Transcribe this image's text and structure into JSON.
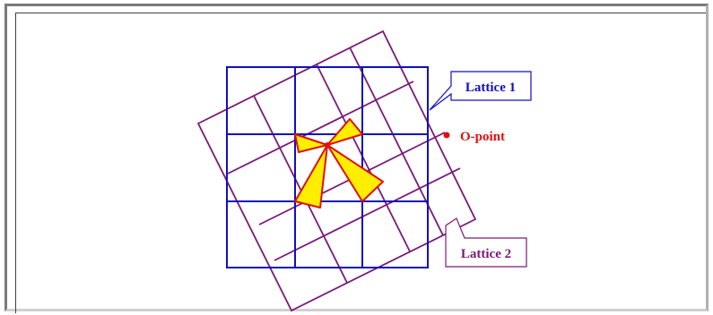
{
  "labels": {
    "lattice1": "Lattice 1",
    "lattice2": "Lattice 2",
    "opoint": "O-point"
  },
  "colors": {
    "lattice1": "#1010c0",
    "lattice2": "#7a1a7a",
    "opoint": "#e01010",
    "triangle_fill": "#ffee00",
    "triangle_stroke": "#e01010"
  }
}
